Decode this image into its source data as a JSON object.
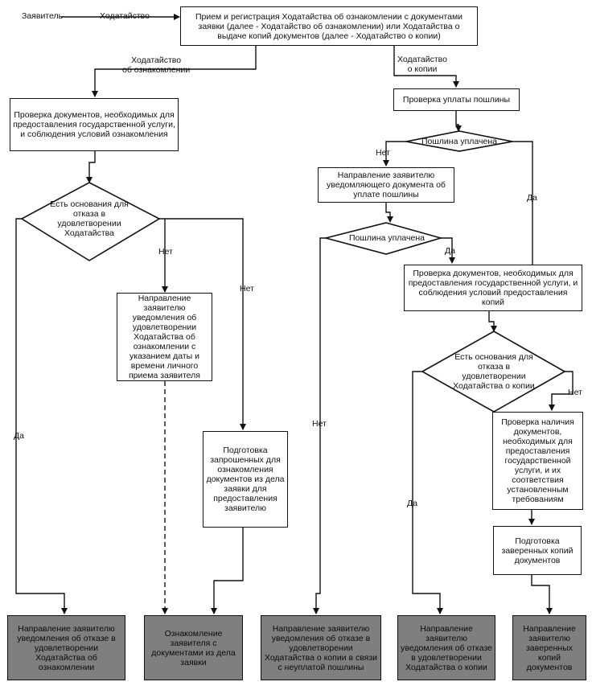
{
  "diagram": {
    "start": {
      "applicant": "Заявитель",
      "petition": "Ходатайство"
    },
    "boxes": {
      "reception": "Прием и регистрация Ходатайства об ознакомлении с документами заявки (далее - Ходатайство об ознакомлении) или  Ходатайства о выдаче копий документов (далее - Ходатайство о копии)",
      "check_docs_left": "Проверка документов, необходимых для предоставления государственной услуги, и соблюдения условий ознакомления",
      "notify_grant": "Направление заявителю уведомления об удовлетворении Ходатайства об ознакомлении с указанием даты и времени личного приема заявителя",
      "prepare_docs": "Подготовка запрошенных для ознакомления документов из дела заявки для предоставления заявителю",
      "check_fee": "Проверка уплаты пошлины",
      "notify_fee": "Направление заявителю уведомляющего документа об уплате пошлины",
      "check_docs_right": "Проверка документов, необходимых для предоставления государственной услуги, и соблюдения условий предоставления копий",
      "check_presence": "Проверка наличия документов, необходимых для предоставления государственной услуги,  и их соответствия установленным требованиям",
      "prepare_copies": "Подготовка заверенных копий документов"
    },
    "decisions": {
      "grounds_left": "Есть основания для отказа в удовлетворении Ходатайства",
      "fee_paid_1": "Пошлина уплачена",
      "fee_paid_2": "Пошлина уплачена",
      "grounds_right": "Есть основания для отказа в удовлетворении Ходатайства о копии"
    },
    "final": {
      "refuse_familiarization": "Направление заявителю уведомления об отказе в удовлетворении Ходатайства об ознакомлении",
      "familiarization": "Ознакомление заявителя с документами из дела заявки",
      "refuse_unpaid": "Направление заявителю уведомления об отказе в удовлетворении Ходатайства о копии в связи с неуплатой пошлины",
      "refuse_copy": "Направление заявителю уведомления об отказе в удовлетворении Ходатайства о копии",
      "send_copies": "Направление заявителю заверенных копий документов"
    },
    "labels": {
      "branch_familiarization": "Ходатайство\nоб ознакомлении",
      "branch_copy": "Ходатайство\nо копии",
      "yes": "Да",
      "no": "Нет"
    },
    "colors": {
      "line": "#111111",
      "final_box_fill": "#7f7f7f"
    }
  }
}
